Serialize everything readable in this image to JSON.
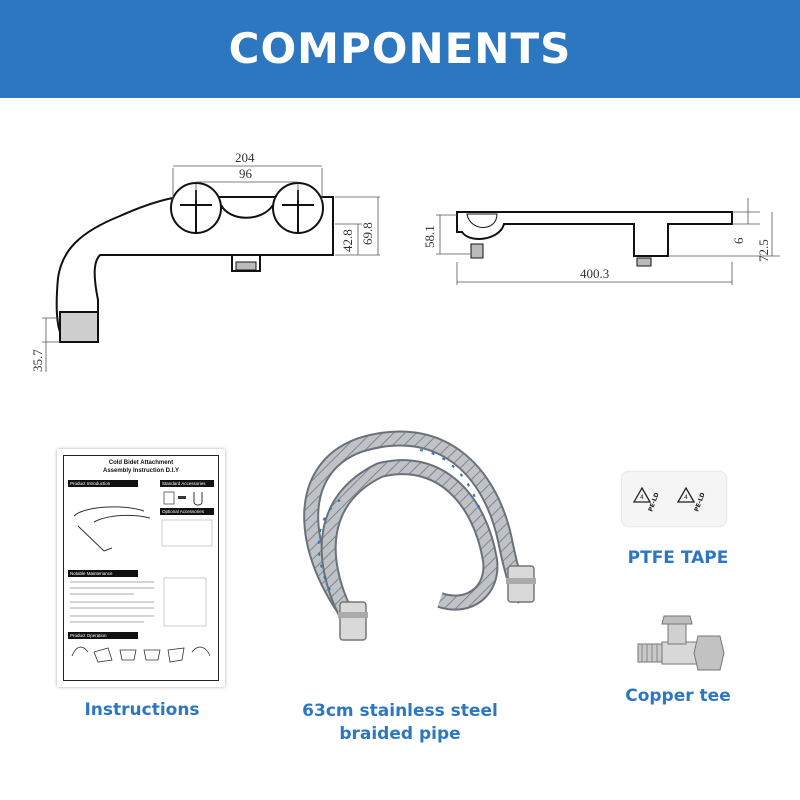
{
  "header": {
    "title": "COMPONENTS"
  },
  "dimensions": {
    "d204": "204",
    "d96": "96",
    "d42_8": "42.8",
    "d69_8": "69.8",
    "d35_7": "35.7",
    "d58_1": "58.1",
    "d400_3": "400.3",
    "d6": "6",
    "d72_5": "72.5"
  },
  "instruction_sheet": {
    "title_line1": "Cold Bidet Attachment",
    "title_line2": "Assembly Instruction D.I.Y",
    "sections": [
      "Product Introduction",
      "Standard Accessories",
      "Optional Accessories",
      "Notable Maintenance",
      "Product Operation"
    ]
  },
  "items": {
    "instructions": "Instructions",
    "pipe_line1": "63cm stainless steel",
    "pipe_line2": "braided pipe",
    "ptfe": "PTFE TAPE",
    "tee": "Copper tee"
  },
  "tape_marks": [
    "PE-LD",
    "PE-LD"
  ],
  "colors": {
    "header": "#2c77c0",
    "label": "#2c77c0"
  }
}
